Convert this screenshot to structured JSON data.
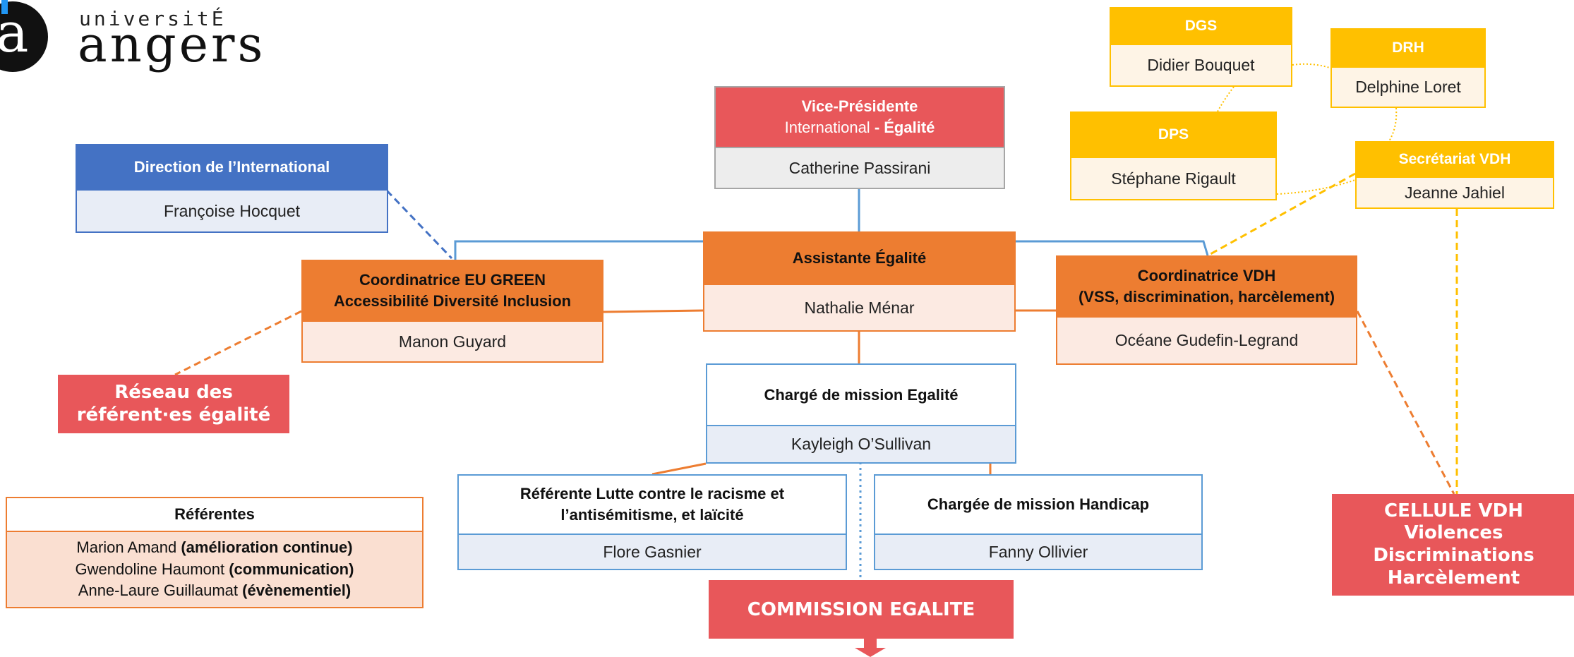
{
  "logo": {
    "top": "universitÉ",
    "main": "angers"
  },
  "vp": {
    "title": "Vice-Présidente",
    "sub_a": "International",
    "sub_b": " - Égalité",
    "name": "Catherine Passirani"
  },
  "international": {
    "title": "Direction de l’International",
    "name": "Françoise Hocquet"
  },
  "dgs": {
    "title": "DGS",
    "name": "Didier Bouquet"
  },
  "drh": {
    "title": "DRH",
    "name": "Delphine Loret"
  },
  "dps": {
    "title": "DPS",
    "name": "Stéphane Rigault"
  },
  "secretariat": {
    "title": "Secrétariat VDH",
    "name": "Jeanne Jahiel"
  },
  "assistante": {
    "title": "Assistante Égalité",
    "name": "Nathalie Ménar"
  },
  "eu_green": {
    "title_1": "Coordinatrice EU GREEN",
    "title_2": "Accessibilité Diversité Inclusion",
    "name": "Manon Guyard"
  },
  "vdh": {
    "title_1": "Coordinatrice VDH",
    "title_2": "(VSS, discrimination, harcèlement)",
    "name": "Océane Gudefin-Legrand"
  },
  "charge_egalite": {
    "title": "Chargé de mission Egalité",
    "name": "Kayleigh O’Sullivan"
  },
  "racisme": {
    "title_1": "Référente Lutte contre le racisme et",
    "title_2": "l’antisémitisme, et laïcité",
    "name": "Flore Gasnier"
  },
  "handicap": {
    "title": "Chargée de mission Handicap",
    "name": "Fanny Ollivier"
  },
  "reseau": {
    "line1": "Réseau des",
    "line2": "référent·es égalité"
  },
  "referentes": {
    "title": "Référentes",
    "items": [
      {
        "name": "Marion Amand ",
        "role": "(amélioration continue)"
      },
      {
        "name": "Gwendoline Haumont ",
        "role": "(communication)"
      },
      {
        "name": "Anne-Laure Guillaumat ",
        "role": "(évènementiel)"
      }
    ]
  },
  "commission": "COMMISSION EGALITE",
  "cellule": {
    "l1": "CELLULE VDH",
    "l2": "Violences",
    "l3": "Discriminations",
    "l4": "Harcèlement"
  },
  "colors": {
    "blue": "#5B9BD5",
    "blue_header": "#4472C4",
    "orange": "#ED7D31",
    "yellow": "#FFC000",
    "red": "#E8575A"
  }
}
